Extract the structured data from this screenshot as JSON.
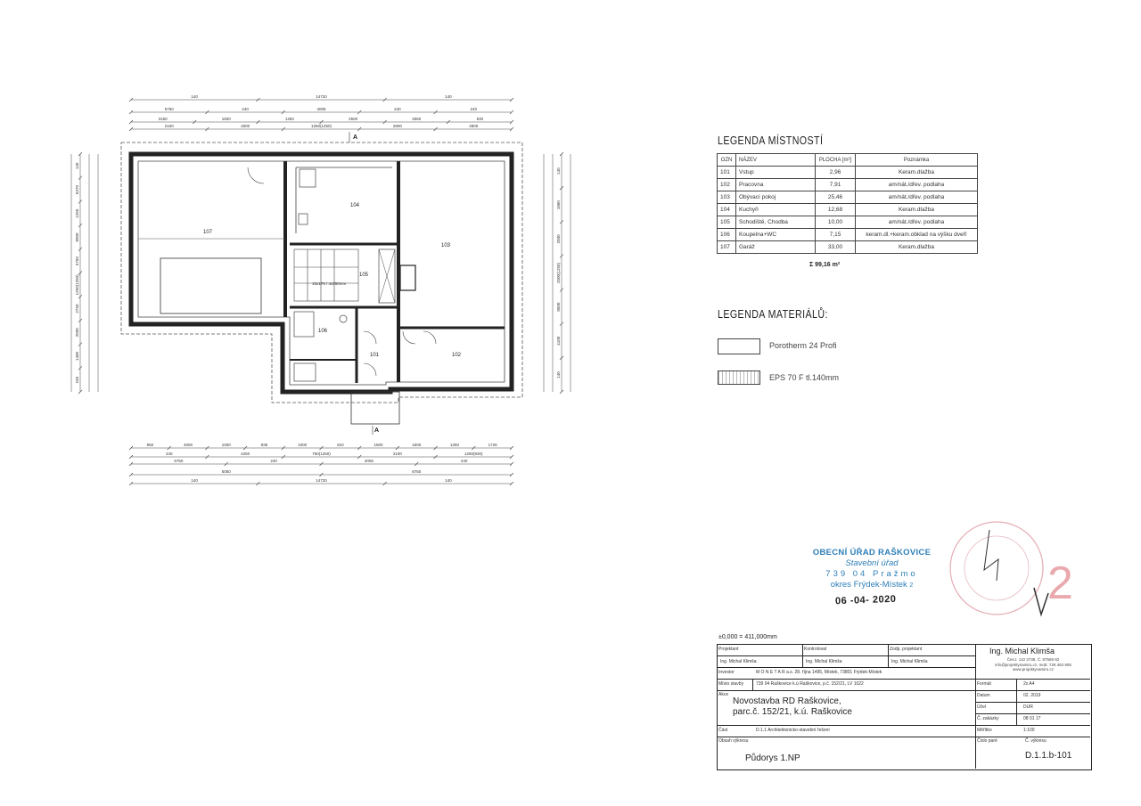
{
  "plan": {
    "top_dims": {
      "row1": [
        "140",
        "14720",
        "140"
      ],
      "row2": [
        "5750",
        "240",
        "4005",
        "240",
        "240"
      ],
      "row3": [
        "3160",
        "1600",
        "1250",
        "2500",
        "2560",
        "530"
      ],
      "row4": [
        "2100",
        "2500",
        "1250(1250)",
        "2800",
        "2800"
      ]
    },
    "bottom_dims": {
      "row1": [
        "950",
        "4000",
        "1000",
        "935",
        "1000",
        "810",
        "1500",
        "1500",
        "1250",
        "1725"
      ],
      "row2": [
        "240",
        "2250",
        "750(1250)",
        "2100",
        "1250(830)"
      ],
      "row3": [
        "5750",
        "240",
        "4005",
        "240"
      ],
      "row4": [
        "5050",
        "8750"
      ],
      "row5": [
        "140",
        "14720",
        "140"
      ]
    },
    "left_dims": [
      "140",
      "6370",
      "1250",
      "8900",
      "5750",
      "1250(1250)",
      "2750",
      "2500",
      "1400",
      "240"
    ],
    "right_dims": [
      "140",
      "1860",
      "2500",
      "2500(1250)",
      "8500",
      "4100",
      "140"
    ],
    "rooms": [
      "107",
      "104",
      "103",
      "105",
      "106",
      "101",
      "102"
    ],
    "cut_mark": "A",
    "stair_note": "15x175 / 4x250mm"
  },
  "room_legend": {
    "title": "LEGENDA MÍSTNOSTÍ",
    "headers": [
      "OZN",
      "NÁZEV",
      "PLOCHA [m²]",
      "Poznámka"
    ],
    "rows": [
      [
        "101",
        "Vstup",
        "2,96",
        "Keram.dlažba"
      ],
      [
        "102",
        "Pracovna",
        "7,91",
        "am/nát./dřev. podlaha"
      ],
      [
        "103",
        "Obývací pokoj",
        "25,46",
        "am/nát./dřev. podlaha"
      ],
      [
        "104",
        "Kuchyň",
        "12,68",
        "Keram.dlažba"
      ],
      [
        "105",
        "Schodiště, Chodba",
        "10,00",
        "am/nát./dřev. podlaha"
      ],
      [
        "106",
        "Koupelna+WC",
        "7,15",
        "keram.dl.+keram.obklad na výšku dveří"
      ],
      [
        "107",
        "Garáž",
        "33,00",
        "Keram.dlažba"
      ]
    ],
    "sum": "Σ 99,16 m²"
  },
  "material_legend": {
    "title": "LEGENDA MATERIÁLŮ:",
    "items": [
      "Porotherm 24 Profi",
      "EPS 70 F tl.140mm"
    ]
  },
  "stamp": {
    "line1": "OBECNÍ ÚŘAD RAŠKOVICE",
    "line2": "Stavební úřad",
    "line3": "739 04 Pražmo",
    "line4": "okres Frýdek-Místek",
    "line4_suffix": "2",
    "date": "06 -04- 2020",
    "seal_number": "2"
  },
  "title_block": {
    "level": "±0,000 = 411,000mm",
    "projektant_lbl": "Projektant",
    "projektant_val": "Ing. Michal Klimša",
    "kontroloval_lbl": "Kontroloval",
    "kontroloval_val": "Ing. Michal Klimša",
    "zodp_lbl": "Zodp. projektant",
    "zodp_val": "Ing. Michal Klimša",
    "company_name": "Ing. Michal Klimša",
    "company_line1": "Čes.t. 110 3738, Č: 87569 92",
    "company_line2": "info@projektynamiru.cz, mob: 728 463 905",
    "company_line3": "www.projektynamiru.cz",
    "investor_lbl": "Investor",
    "investor_val": "M O N E T A R a.s. 28. října 1495, Místek, 73801 Frýdek-Místek",
    "misto_lbl": "Místo stavby",
    "misto_val": "739 04 Raškovice k.ú Raškovice, p.č. 152/21, LV 1022",
    "akce_lbl": "Akce",
    "akce_line1": "Novostavba RD Raškovice,",
    "akce_line2": "parc.č. 152/21, k.ú. Raškovice",
    "format_lbl": "Formát",
    "format_val": "2x A4",
    "datum_lbl": "Datum",
    "datum_val": "02. 2019",
    "ucel_lbl": "Účel",
    "ucel_val": "DUR",
    "zakazky_lbl": "Č. zakázky",
    "zakazky_val": "08 01 17",
    "meritko_lbl": "Měřítko",
    "meritko_val": "1:100",
    "cast_lbl": "Část",
    "cast_val": "D.1.1 Architektonicko-stavební řešení",
    "obsah_lbl": "Obsah výkresu",
    "obsah_val": "Půdorys 1.NP",
    "parc_lbl": "Číslo paré",
    "cislo_lbl": "Č. výkresu",
    "cislo_val": "D.1.1.b-101"
  }
}
